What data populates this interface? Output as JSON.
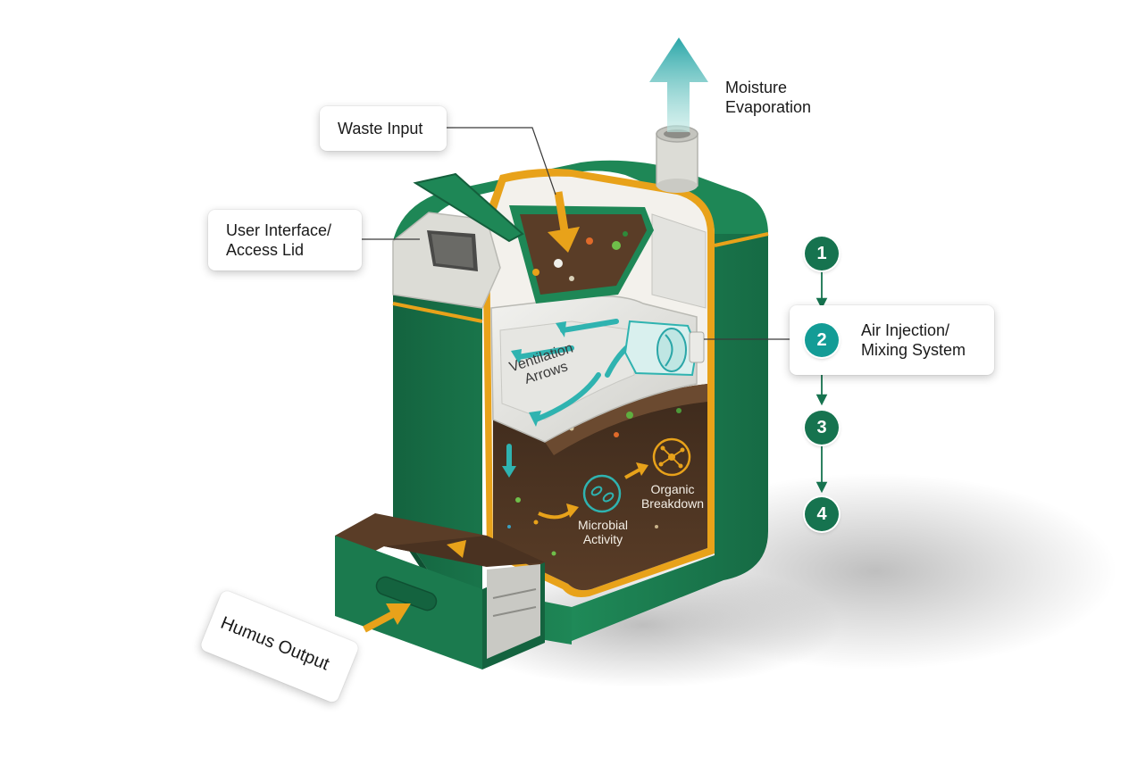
{
  "labels": {
    "waste_input": "Waste Input",
    "access_lid": [
      "User Interface/",
      "Access Lid"
    ],
    "moisture": [
      "Moisture",
      "Evaporation"
    ],
    "air_injection": [
      "Air Injection/",
      "Mixing System"
    ],
    "ventilation": [
      "Ventilation",
      "Arrows"
    ],
    "microbial": [
      "Microbial",
      "Activity"
    ],
    "organic": [
      "Organic",
      "Breakdown"
    ],
    "humus": "Humus Output"
  },
  "steps": [
    "1",
    "2",
    "3",
    "4"
  ],
  "active_step": "2",
  "colors": {
    "body_green": "#1b7a4e",
    "accent_orange": "#e8a21a",
    "teal": "#2fb3b0",
    "soil": "#4a3221",
    "step_green": "#16734f",
    "step_active": "#139c96"
  }
}
